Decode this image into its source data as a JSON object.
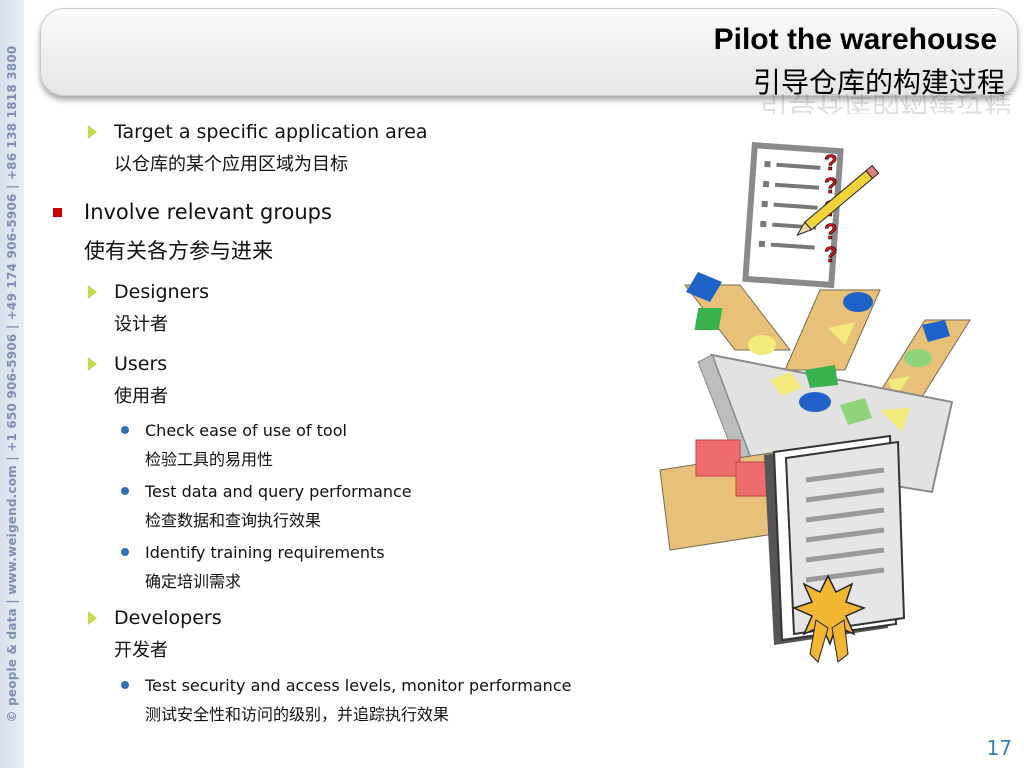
{
  "sidebar": {
    "text": "© people & data | www.weigend.com | +1 650 906-5906 | +49 174 906-5906 | +86 138 1818 3800"
  },
  "title": {
    "en": "Pilot the warehouse",
    "zh": "引导仓库的构建过程"
  },
  "content": {
    "item1": {
      "en": "Target a specific application area",
      "zh": "以仓库的某个应用区域为目标"
    },
    "item2": {
      "en": "Involve relevant groups",
      "zh": "使有关各方参与进来"
    },
    "designers": {
      "en": "Designers",
      "zh": "设计者"
    },
    "users": {
      "en": "Users",
      "zh": "使用者"
    },
    "ease": {
      "en": "Check ease of use of tool",
      "zh": "检验工具的易用性"
    },
    "perf": {
      "en": "Test data and query performance",
      "zh": "检查数据和查询执行效果"
    },
    "training": {
      "en": "Identify training requirements",
      "zh": "确定培训需求"
    },
    "developers": {
      "en": "Developers",
      "zh": "开发者"
    },
    "security": {
      "en": "Test security and access levels, monitor performance",
      "zh": "测试安全性和访问的级别，并追踪执行效果"
    }
  },
  "clipart": {
    "question_mark": "?"
  },
  "page_number": "17"
}
